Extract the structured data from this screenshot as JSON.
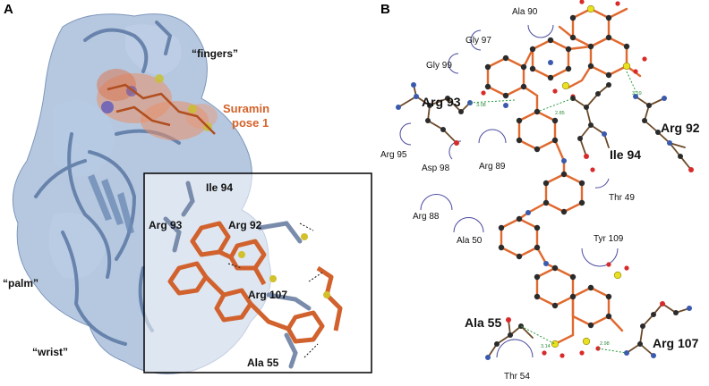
{
  "panel_a": {
    "letter": "A",
    "labels": {
      "fingers": "“fingers”",
      "palm": "“palm”",
      "wrist": "“wrist”",
      "suramin_line1": "Suramin",
      "suramin_line2": "pose 1"
    },
    "inset_residues": [
      "Ile 94",
      "Arg 93",
      "Arg 92",
      "Arg 107",
      "Ala 55"
    ]
  },
  "panel_b": {
    "letter": "B",
    "hydrophobic_residues": [
      "Ala 90",
      "Gly 97",
      "Gly 99",
      "Arg 95",
      "Asp 98",
      "Arg 89",
      "Thr 49",
      "Arg 88",
      "Ala 50",
      "Tyr 109",
      "Thr 54"
    ],
    "bonded_residues": [
      "Arg 93",
      "Arg 92",
      "Ile 94",
      "Ala 55",
      "Arg 107"
    ],
    "distances": [
      "3.08",
      "2.85",
      "3.19",
      "3.14",
      "2.98"
    ]
  },
  "colors": {
    "protein_surface": "#9fb6d6",
    "ribbon": "#5f7ea8",
    "suramin": "#d4622a",
    "hbond": "#2a9a3a",
    "hydrophobic": "#4a4aa0"
  }
}
